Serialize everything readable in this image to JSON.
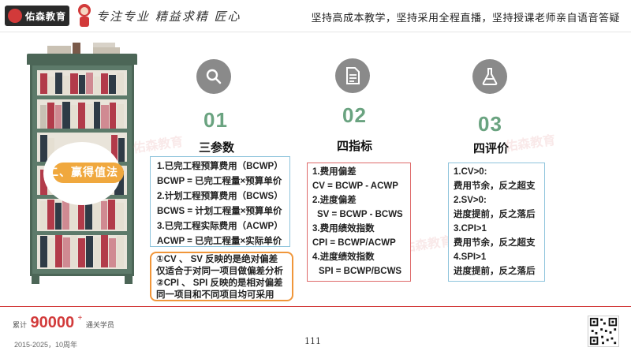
{
  "header": {
    "logo_text": "佑森教育",
    "slogan_handwritten": "专注专业 精益求精 匠心",
    "tagline": "坚持高成本教学，坚持采用全程直播，坚持授课老师亲自语音答疑"
  },
  "badge": {
    "label": "二、赢得值法"
  },
  "watermark": {
    "text": "佑森教育"
  },
  "columns": [
    {
      "number": "01",
      "title": "三参数",
      "icon": "search-icon",
      "lines": [
        "1.已完工程预算费用（BCWP）",
        "BCWP = 已完工程量×预算单价",
        "2.计划工程预算费用（BCWS）",
        "BCWS = 计划工程量×预算单价",
        "3.已完工程实际费用（ACWP）",
        "ACWP = 已完工程量×实际单价"
      ],
      "note": [
        "①CV 、 SV 反映的是绝对偏差",
        "仅适合于对同一项目做偏差分析",
        "②CPI 、 SPI 反映的是相对偏差",
        "同一项目和不同项目均可采用"
      ]
    },
    {
      "number": "02",
      "title": "四指标",
      "icon": "document-icon",
      "lines": [
        "1.费用偏差",
        "CV = BCWP - ACWP",
        "2.进度偏差",
        "SV = BCWP - BCWS",
        "3.费用绩效指数",
        "CPI = BCWP/ACWP",
        "4.进度绩效指数",
        "SPI = BCWP/BCWS"
      ]
    },
    {
      "number": "03",
      "title": "四评价",
      "icon": "flask-icon",
      "lines": [
        "1.CV>0:",
        "费用节余，反之超支",
        "2.SV>0:",
        "进度提前，反之落后",
        "3.CPI>1",
        "费用节余，反之超支",
        "4.SPI>1",
        "进度提前，反之落后"
      ]
    }
  ],
  "footer": {
    "count_prefix": "累计",
    "count_number": "90000",
    "count_plus": "+",
    "count_suffix": "通关学员",
    "years": "2015-2025，10周年",
    "page_number": "111"
  },
  "colors": {
    "accent_red": "#d23a3a",
    "number_green": "#6aa380",
    "box_blue": "#8ec4dc",
    "box_red": "#de6a6a",
    "box_orange": "#f0963a",
    "shelf_green": "#5d7a6a"
  }
}
